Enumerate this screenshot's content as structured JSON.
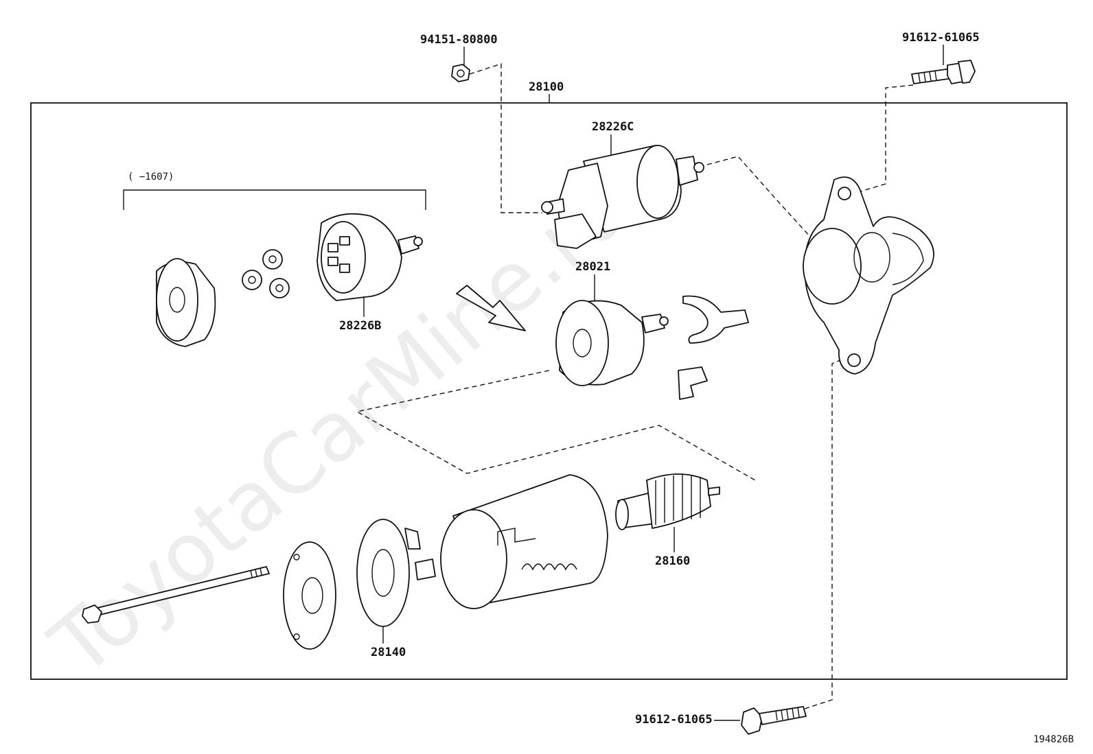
{
  "watermark": "ToyotaCarMine.ru",
  "figure_id": "194826B",
  "assembly_label": "28100",
  "bracket_note": "(  −1607)",
  "labels": {
    "nut_top": "94151-80800",
    "bolt_top": "91612-61065",
    "bolt_bottom": "91612-61065",
    "solenoid": "28226C",
    "gear_housing_old": "28226B",
    "clutch_housing": "28021",
    "armature": "28160",
    "brush_holder": "28140"
  }
}
